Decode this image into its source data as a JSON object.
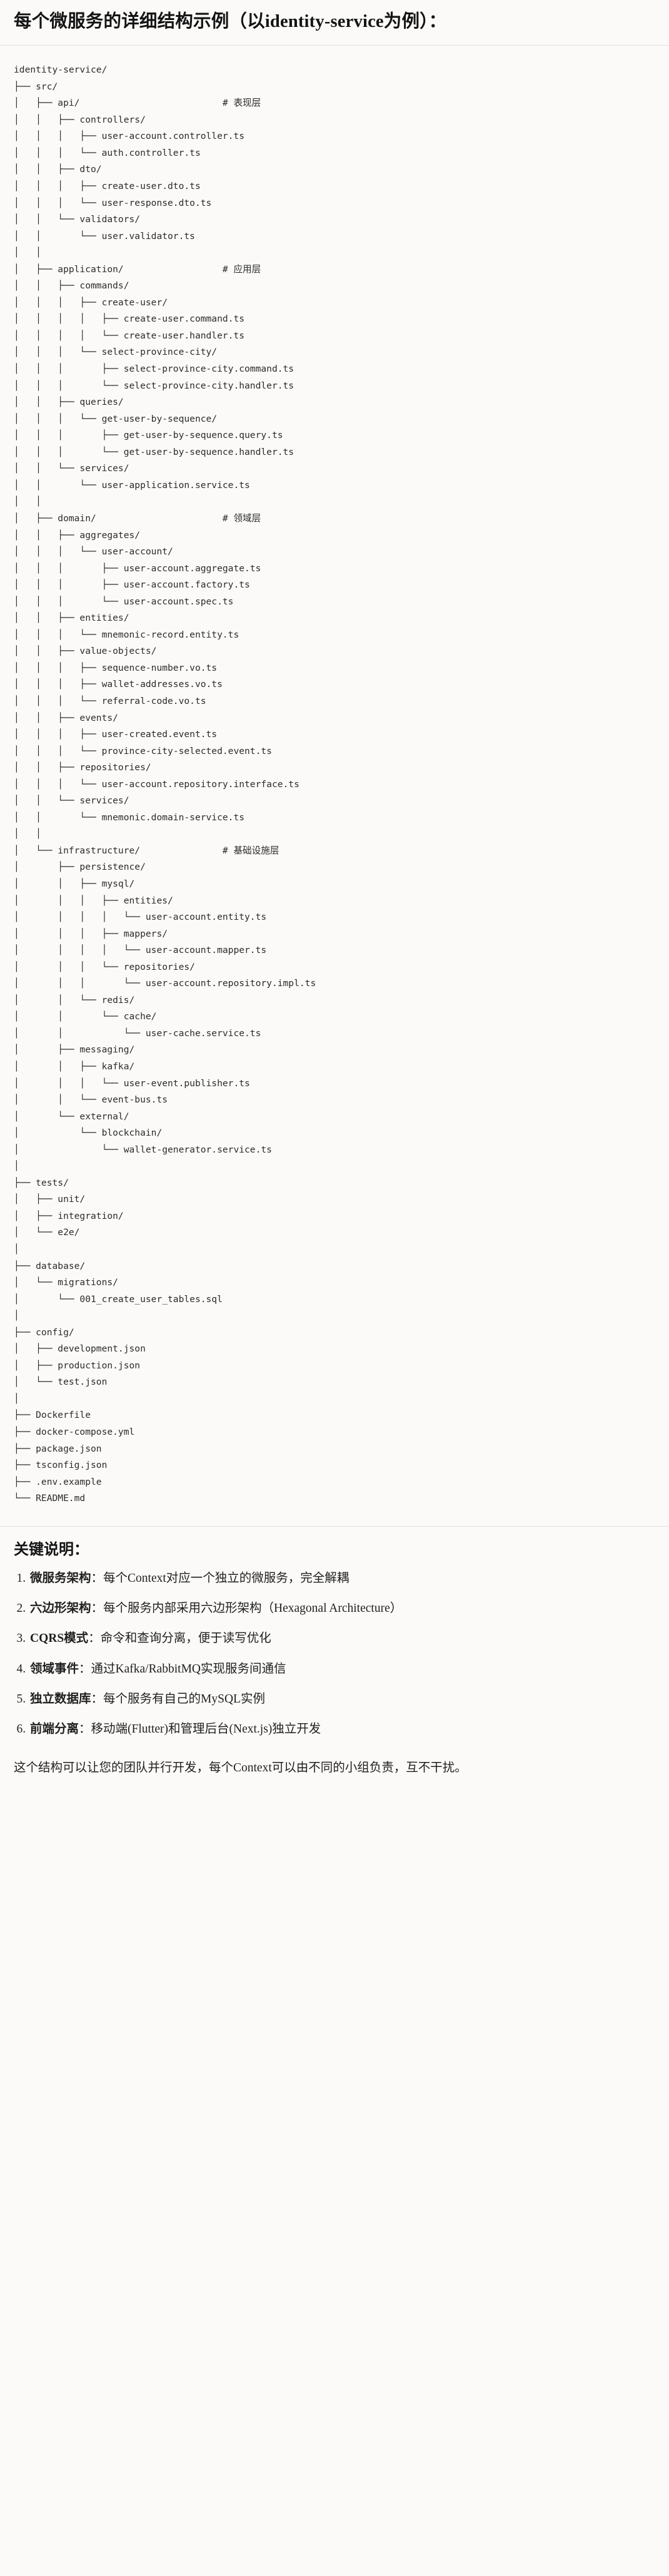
{
  "document": {
    "title": "每个微服务的详细结构示例（以identity-service为例）："
  },
  "tree": {
    "root_label": "identity-service/",
    "comments": {
      "api": "# 表现层",
      "application": "# 应用层",
      "domain": "# 领域层",
      "infrastructure": "# 基础设施层"
    },
    "text": "identity-service/\n├── src/\n│   ├── api/                          # 表现层\n│   │   ├── controllers/\n│   │   │   ├── user-account.controller.ts\n│   │   │   └── auth.controller.ts\n│   │   ├── dto/\n│   │   │   ├── create-user.dto.ts\n│   │   │   └── user-response.dto.ts\n│   │   └── validators/\n│   │       └── user.validator.ts\n│   │\n│   ├── application/                  # 应用层\n│   │   ├── commands/\n│   │   │   ├── create-user/\n│   │   │   │   ├── create-user.command.ts\n│   │   │   │   └── create-user.handler.ts\n│   │   │   └── select-province-city/\n│   │   │       ├── select-province-city.command.ts\n│   │   │       └── select-province-city.handler.ts\n│   │   ├── queries/\n│   │   │   └── get-user-by-sequence/\n│   │   │       ├── get-user-by-sequence.query.ts\n│   │   │       └── get-user-by-sequence.handler.ts\n│   │   └── services/\n│   │       └── user-application.service.ts\n│   │\n│   ├── domain/                       # 领域层\n│   │   ├── aggregates/\n│   │   │   └── user-account/\n│   │   │       ├── user-account.aggregate.ts\n│   │   │       ├── user-account.factory.ts\n│   │   │       └── user-account.spec.ts\n│   │   ├── entities/\n│   │   │   └── mnemonic-record.entity.ts\n│   │   ├── value-objects/\n│   │   │   ├── sequence-number.vo.ts\n│   │   │   ├── wallet-addresses.vo.ts\n│   │   │   └── referral-code.vo.ts\n│   │   ├── events/\n│   │   │   ├── user-created.event.ts\n│   │   │   └── province-city-selected.event.ts\n│   │   ├── repositories/\n│   │   │   └── user-account.repository.interface.ts\n│   │   └── services/\n│   │       └── mnemonic.domain-service.ts\n│   │\n│   └── infrastructure/               # 基础设施层\n│       ├── persistence/\n│       │   ├── mysql/\n│       │   │   ├── entities/\n│       │   │   │   └── user-account.entity.ts\n│       │   │   ├── mappers/\n│       │   │   │   └── user-account.mapper.ts\n│       │   │   └── repositories/\n│       │   │       └── user-account.repository.impl.ts\n│       │   └── redis/\n│       │       └── cache/\n│       │           └── user-cache.service.ts\n│       ├── messaging/\n│       │   ├── kafka/\n│       │   │   └── user-event.publisher.ts\n│       │   └── event-bus.ts\n│       └── external/\n│           └── blockchain/\n│               └── wallet-generator.service.ts\n│\n├── tests/\n│   ├── unit/\n│   ├── integration/\n│   └── e2e/\n│\n├── database/\n│   └── migrations/\n│       └── 001_create_user_tables.sql\n│\n├── config/\n│   ├── development.json\n│   ├── production.json\n│   └── test.json\n│\n├── Dockerfile\n├── docker-compose.yml\n├── package.json\n├── tsconfig.json\n├── .env.example\n└── README.md"
  },
  "notes": {
    "heading": "关键说明：",
    "items": [
      {
        "term": "微服务架构",
        "body": "：每个Context对应一个独立的微服务，完全解耦"
      },
      {
        "term": "六边形架构",
        "body": "：每个服务内部采用六边形架构（Hexagonal Architecture）"
      },
      {
        "term": "CQRS模式",
        "body": "：命令和查询分离，便于读写优化"
      },
      {
        "term": "领域事件",
        "body": "：通过Kafka/RabbitMQ实现服务间通信"
      },
      {
        "term": "独立数据库",
        "body": "：每个服务有自己的MySQL实例"
      },
      {
        "term": "前端分离",
        "body": "：移动端(Flutter)和管理后台(Next.js)独立开发"
      }
    ],
    "closing": "这个结构可以让您的团队并行开发，每个Context可以由不同的小组负责，互不干扰。"
  }
}
